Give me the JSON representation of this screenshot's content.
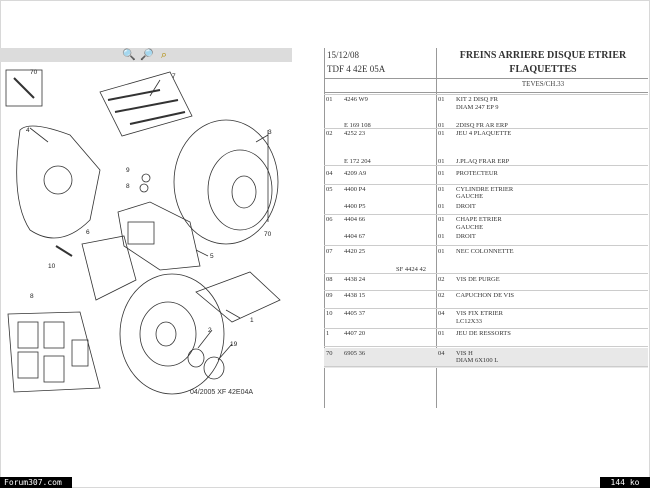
{
  "toolbar": {
    "icons": [
      "zoom-in-icon",
      "zoom-out-icon",
      "zoom-select-icon"
    ]
  },
  "diagram": {
    "caption": "04/2005  XF 42E04A",
    "callouts": [
      "70",
      "7",
      "4",
      "3",
      "9",
      "8",
      "6",
      "10",
      "5",
      "2",
      "19",
      "1",
      "8",
      "70"
    ]
  },
  "header": {
    "code1": "15/12/08",
    "code2": "TDF 4 42E 05A",
    "title1": "FREINS ARRIERE DISQUE ETRIER",
    "title2": "FLAQUETTES",
    "subtitle": "TEVES/CH.33"
  },
  "rows": [
    {
      "grp": "01",
      "ref": "4246 W9",
      "qty": "01",
      "desc": "KIT 2 DISQ FR"
    },
    {
      "grp": "",
      "ref": "",
      "qty": "",
      "desc": "DIAM 247 EP 9"
    },
    {
      "grp": "",
      "ref": "E 169 108",
      "qty": "01",
      "desc": "2DISQ FR AR ERP"
    },
    {
      "grp": "02",
      "ref": "4252 23",
      "qty": "01",
      "desc": "JEU 4 PLAQUETTE"
    },
    {
      "grp": "",
      "ref": "E 172 204",
      "qty": "01",
      "desc": "J.PLAQ FRAR ERP"
    },
    {
      "grp": "04",
      "ref": "4209 A9",
      "qty": "01",
      "desc": "PROTECTEUR"
    },
    {
      "grp": "05",
      "ref": "4400 P4",
      "qty": "01",
      "desc": "CYLINDRE ETRIER"
    },
    {
      "grp": "",
      "ref": "",
      "qty": "",
      "desc": "GAUCHE"
    },
    {
      "grp": "",
      "ref": "4400 P5",
      "qty": "01",
      "desc": "DROIT"
    },
    {
      "grp": "06",
      "ref": "4404 66",
      "qty": "01",
      "desc": "CHAPE ETRIER"
    },
    {
      "grp": "",
      "ref": "",
      "qty": "",
      "desc": "GAUCHE"
    },
    {
      "grp": "",
      "ref": "4404 67",
      "qty": "01",
      "desc": "DROIT"
    },
    {
      "grp": "07",
      "ref": "4420 25",
      "qty": "01",
      "desc": "NEC COLONNETTE"
    },
    {
      "grp": "08",
      "ref": "4438 24",
      "qty": "02",
      "desc": "VIS DE PURGE"
    },
    {
      "grp": "09",
      "ref": "4438 15",
      "qty": "02",
      "desc": "CAPUCHON DE VIS"
    },
    {
      "grp": "10",
      "ref": "4405 37",
      "qty": "04",
      "desc": "VIS FIX ETRIER"
    },
    {
      "grp": "",
      "ref": "",
      "qty": "",
      "desc": "LC12X33"
    },
    {
      "grp": "1",
      "ref": "4407 20",
      "qty": "01",
      "desc": "JEU DE RESSORTS"
    },
    {
      "grp": "70",
      "ref": "6905 36",
      "qty": "04",
      "desc": "VIS H"
    },
    {
      "grp": "",
      "ref": "",
      "qty": "",
      "desc": "DIAM 6X100 L"
    }
  ],
  "extra_ref": "SF 4424 42",
  "footer": {
    "left": "Forum307.com",
    "right": "144 ko"
  }
}
